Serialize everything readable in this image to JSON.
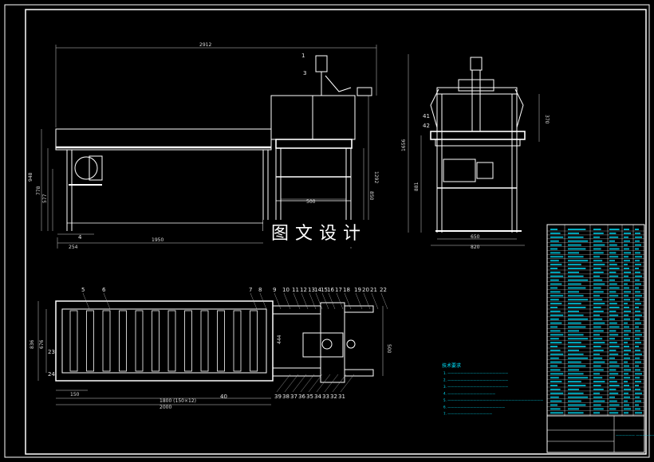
{
  "watermark": "图文设计",
  "front_view": {
    "dims": {
      "overall_length": "2912",
      "bottom_length": "1950",
      "offset_left": "254",
      "height_total": "948",
      "height_upper": "778",
      "height_lower": "577",
      "height_right": "1292",
      "height_right_lower": "850",
      "span_500": "500"
    },
    "labels": {
      "p1": "1",
      "p3": "3",
      "p4": "4"
    }
  },
  "side_view": {
    "dims": {
      "height_total": "1656",
      "height_lower": "881",
      "height_upper": "370",
      "width_inner": "650",
      "width_outer": "820"
    },
    "labels": {
      "p41": "41",
      "p42": "42"
    }
  },
  "top_view": {
    "dims": {
      "width_total": "836",
      "width_inner": "676",
      "pitch_first": "150",
      "pitch_series": "1800 (150×12)",
      "length_total": "2000",
      "end_width": "500",
      "mid_span": "444"
    },
    "part_labels_top": [
      "5",
      "6",
      "7",
      "8",
      "9",
      "10",
      "11",
      "12",
      "13",
      "14",
      "15",
      "16",
      "17",
      "18",
      "19",
      "20",
      "21",
      "22"
    ],
    "part_labels_bottom": [
      "39",
      "38",
      "37",
      "36",
      "35",
      "34",
      "33",
      "32",
      "31"
    ],
    "part_labels_side": [
      "23",
      "24",
      "40"
    ]
  },
  "notes": {
    "title": "技术要求",
    "lines": [
      "1. ———————————————————",
      "2. ———————————————————",
      "3. ———————————————————",
      "4. ———————————————",
      "5. ——————————————————————————————",
      "6. ——————————————————",
      "7. ——————————————"
    ]
  },
  "title_block": {
    "drawing_title": "—————— ——————"
  }
}
